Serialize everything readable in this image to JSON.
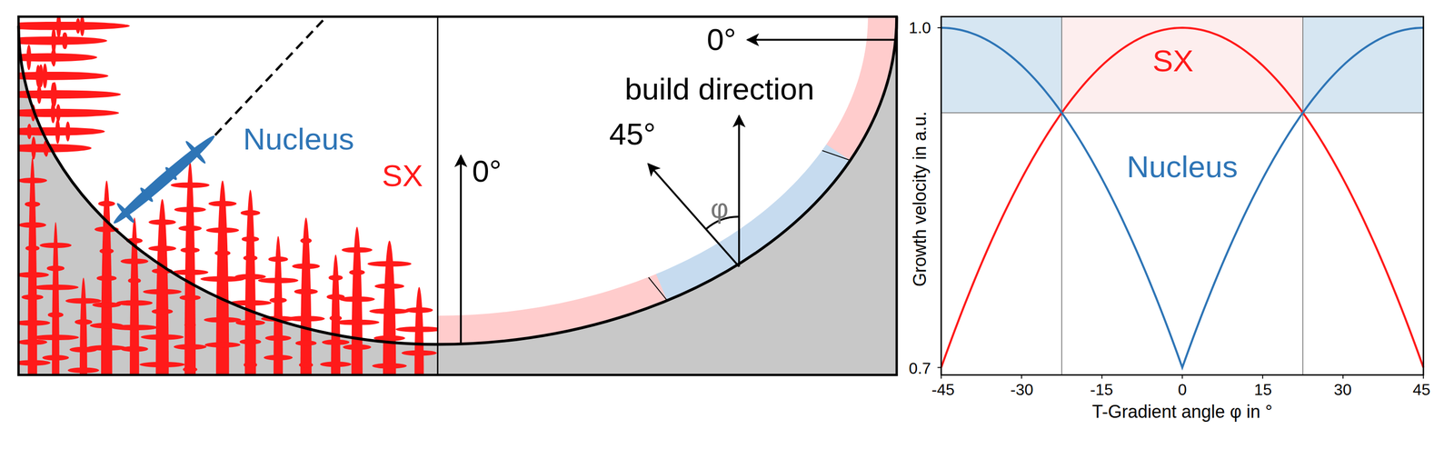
{
  "diagram": {
    "labels": [
      "Nucleus",
      "SX",
      "0°",
      "0°",
      "build direction",
      "45°",
      "φ",
      "1.0",
      "0.7",
      "-45",
      "-30",
      "-15",
      "0",
      "15",
      "30",
      "45",
      "Growth velocity in a.u.",
      "T-Gradient angle φ in °",
      "SX",
      "Nucleus"
    ]
  }
}
